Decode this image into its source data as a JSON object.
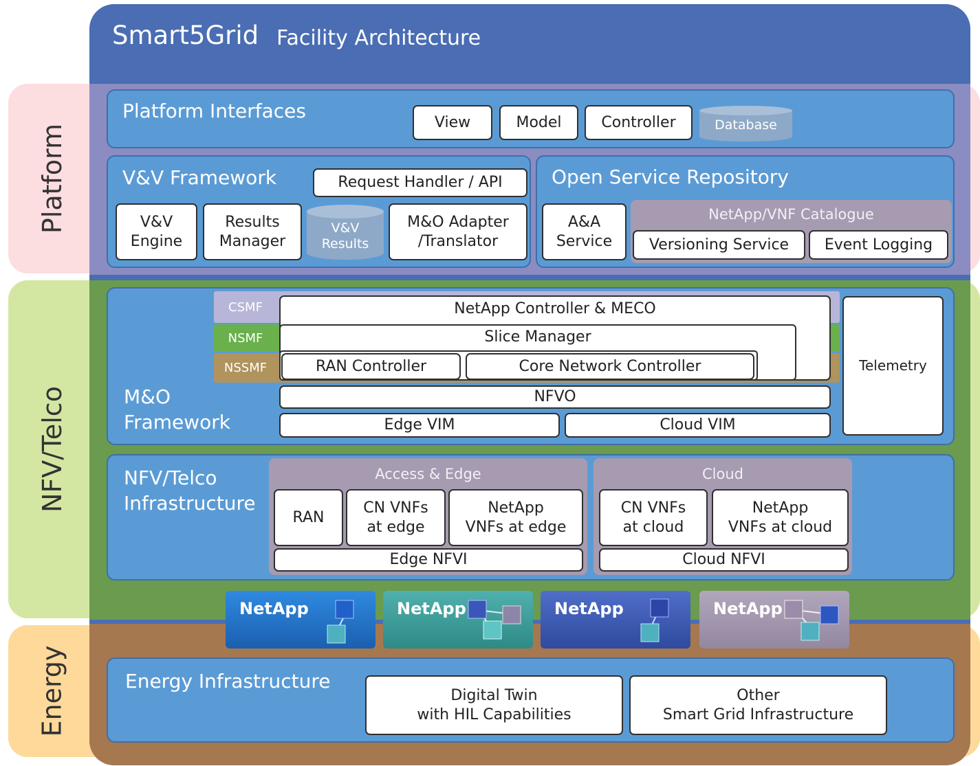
{
  "header": {
    "title": "Smart5Grid",
    "subtitle": "Facility Architecture"
  },
  "side_labels": {
    "platform": "Platform",
    "nfv": "NFV/Telco",
    "energy": "Energy"
  },
  "platform_interfaces": {
    "title": "Platform Interfaces",
    "items": [
      "View",
      "Model",
      "Controller"
    ],
    "database": "Database"
  },
  "vv_framework": {
    "title": "V&V Framework",
    "request_handler": "Request Handler / API",
    "engine": "V&V\nEngine",
    "results_manager": "Results\nManager",
    "results_db": "V&V\nResults",
    "adapter": "M&O Adapter\n/Translator"
  },
  "osr": {
    "title": "Open Service Repository",
    "aa_service": "A&A\nService",
    "catalogue": "NetApp/VNF Catalogue",
    "versioning": "Versioning Service",
    "logging": "Event Logging"
  },
  "mo": {
    "title_line1": "M&O",
    "title_line2": "Framework",
    "tags": {
      "csmf": "CSMF",
      "nsmf": "NSMF",
      "nssmf": "NSSMF"
    },
    "netapp_controller": "NetApp Controller & MECO",
    "slice_manager": "Slice Manager",
    "ran_controller": "RAN Controller",
    "core_controller": "Core Network Controller",
    "nfvo": "NFVO",
    "edge_vim": "Edge VIM",
    "cloud_vim": "Cloud VIM",
    "telemetry": "Telemetry"
  },
  "nfvi": {
    "title_line1": "NFV/Telco",
    "title_line2": "Infrastructure",
    "access_edge": {
      "title": "Access & Edge",
      "ran": "RAN",
      "cn_vnfs": "CN VNFs\nat edge",
      "netapp_vnfs": "NetApp\nVNFs at edge",
      "nfvi": "Edge NFVI"
    },
    "cloud": {
      "title": "Cloud",
      "cn_vnfs": "CN VNFs\nat cloud",
      "netapp_vnfs": "NetApp\nVNFs at cloud",
      "nfvi": "Cloud NFVI"
    }
  },
  "netapps": [
    "NetApp",
    "NetApp",
    "NetApp",
    "NetApp"
  ],
  "energy": {
    "title": "Energy Infrastructure",
    "digital_twin": "Digital Twin\nwith HIL Capabilities",
    "other": "Other\nSmart Grid Infrastructure"
  },
  "colors": {
    "header_blue": "#4a6db3",
    "panel_blue": "#5b9bd5",
    "platform_pink": "#fcdde0",
    "nfv_lightgreen": "#d3e7a3",
    "nfv_green": "#6a9b4e",
    "energy_orange": "#ffd99a",
    "energy_brown": "#a6784f",
    "catalogue_grey": "#a69bb0",
    "csmf": "#b8b6d8",
    "nsmf": "#6ab04c",
    "nssmf": "#b0935d"
  }
}
